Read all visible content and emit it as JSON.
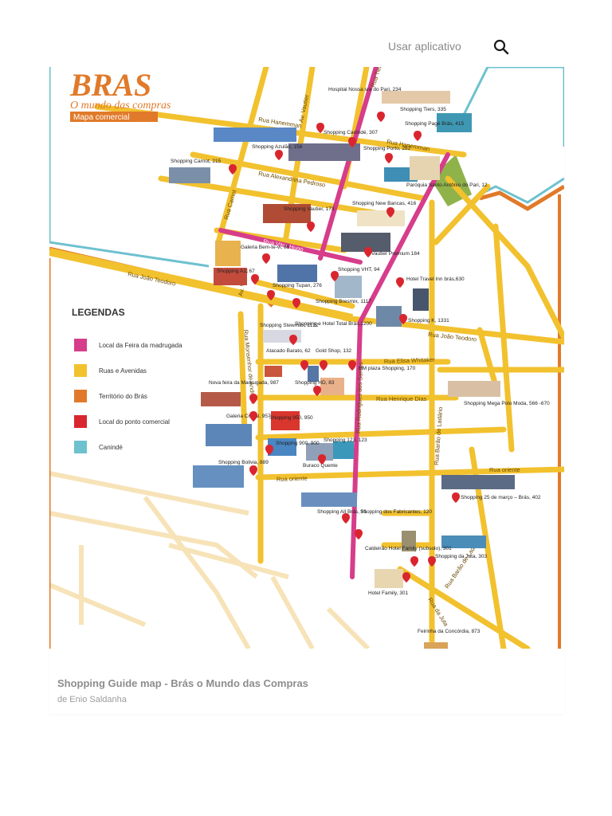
{
  "header": {
    "app_link": "Usar aplicativo",
    "search_icon": "search-icon"
  },
  "map": {
    "title": "BRAS",
    "subtitle": "O mundo das compras",
    "badge": "Mapa comercial",
    "legend": {
      "title": "LEGENDAS",
      "items": [
        {
          "label": "Local da Feira da madrugada",
          "color": "#d63d8a"
        },
        {
          "label": "Ruas e Avenidas",
          "color": "#f2c12e"
        },
        {
          "label": "Território do Brás",
          "color": "#e07a2a"
        },
        {
          "label": "Local do ponto comercial",
          "color": "#d9262e"
        },
        {
          "label": "Canindé",
          "color": "#6ec1cf"
        }
      ]
    },
    "streets": [
      {
        "label": "Rua Hanemman"
      },
      {
        "label": "Av. Vautier"
      },
      {
        "label": "Rua Tiers"
      },
      {
        "label": "Rua Alexandrina Pedroso"
      },
      {
        "label": "Rua Carnot"
      },
      {
        "label": "Rua Vitor Hugo"
      },
      {
        "label": "Rua João Teodoro"
      },
      {
        "label": "Rua Monsenhor de Andrade"
      },
      {
        "label": "Rua Rodrigues dos Santos"
      },
      {
        "label": "Rua Barão de Ladário"
      },
      {
        "label": "Rua Elisa Whitaker"
      },
      {
        "label": "Rua Henrique Dias"
      },
      {
        "label": "Rua oriente"
      },
      {
        "label": "Rua da Juta"
      },
      {
        "label": "Rua Hanemman"
      },
      {
        "label": "Rua João Teodoro"
      },
      {
        "label": "Rua oriente"
      },
      {
        "label": "Av. Vautier"
      },
      {
        "label": "Rua Barão de Ladário"
      }
    ],
    "points": [
      {
        "label": "Hospital Nossa sra do Pari, 234"
      },
      {
        "label": "Shopping Tiers, 335"
      },
      {
        "label": "Shopping Pagé Brás, 415"
      },
      {
        "label": "Shopping Canindé, 307"
      },
      {
        "label": "Shopping Azulão, 158"
      },
      {
        "label": "Shopping Porto, 282"
      },
      {
        "label": "Shopping Carnot, 215"
      },
      {
        "label": "Paróquia Santo Antônio do Pari, 12"
      },
      {
        "label": "Shopping Vautier, 173"
      },
      {
        "label": "Shopping New Bancas, 416"
      },
      {
        "label": "Galeria Bem-te-vi, 85"
      },
      {
        "label": "Vautier Premium 184"
      },
      {
        "label": "Shopping A1, 67"
      },
      {
        "label": "Shopping VHT, 94"
      },
      {
        "label": "Hotel Travel Inn brás,630"
      },
      {
        "label": "Shopping Tupan, 276"
      },
      {
        "label": "Shopping Bresmix, 1117"
      },
      {
        "label": "Shopping K, 1331"
      },
      {
        "label": "Shopping Stewmax, 1122"
      },
      {
        "label": "Shopping e Hotel Total Brás,1200"
      },
      {
        "label": "Atacado Barato, 62"
      },
      {
        "label": "Gold Shop, 132"
      },
      {
        "label": "HM plaza Shopping, 170"
      },
      {
        "label": "Nova feira da Madrugada, 987"
      },
      {
        "label": "Shopping HD, 83"
      },
      {
        "label": "Shopping Mega Polo Moda, 566 -670"
      },
      {
        "label": "Galeria Cristal, 957"
      },
      {
        "label": "Shopping 950, 950"
      },
      {
        "label": "Shopping 900, 900"
      },
      {
        "label": "Shopping 123, 123"
      },
      {
        "label": "Buraco Quente"
      },
      {
        "label": "Shopping Bolivia, 889"
      },
      {
        "label": "Shopping 25 de março – Brás, 402"
      },
      {
        "label": "Shopping All Brás, 91"
      },
      {
        "label": "Shopping dos Fabricantes, 120"
      },
      {
        "label": "Caldeirão Hotel Family (subsolo), 301"
      },
      {
        "label": "Shopping da Juta, 303"
      },
      {
        "label": "Hotel Family, 301"
      },
      {
        "label": "Feirinha da Concórdia, 873"
      }
    ]
  },
  "caption": {
    "title": "Shopping Guide map - Brás o Mundo das Compras",
    "author": "de Enio Saldanha"
  }
}
